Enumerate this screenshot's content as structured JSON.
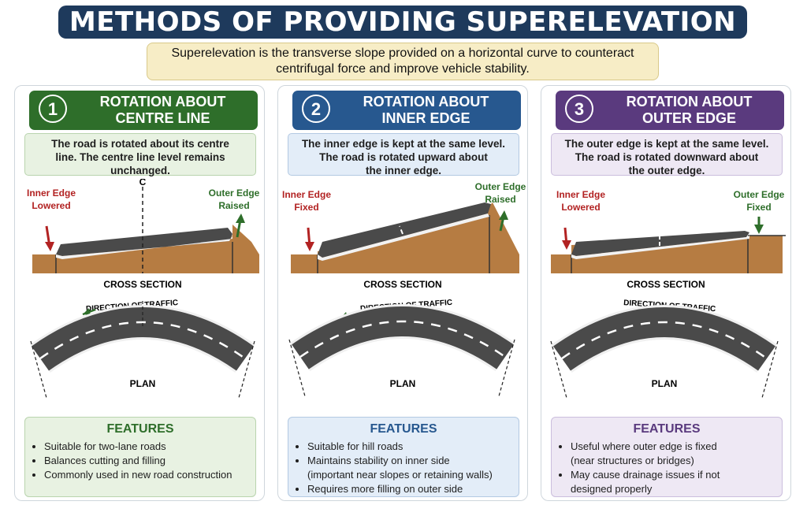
{
  "title": "METHODS OF PROVIDING SUPERELEVATION",
  "definition": "Superelevation is the transverse slope provided on a horizontal curve to counteract centrifugal force and improve vehicle stability.",
  "colors": {
    "title_bg": "#1e3a5c",
    "card1": "#2e6e2a",
    "card2": "#27588f",
    "card3": "#5a3a7e",
    "inner_arrow": "#b22222",
    "outer_arrow": "#2e6e2a",
    "soil": "#b67c42",
    "road": "#555555"
  },
  "cards": [
    {
      "number": "1",
      "title": "ROTATION ABOUT\nCENTRE LINE",
      "description": "The road is rotated about its centre\nline. The centre line level remains\nunchanged.",
      "centre_label": "C",
      "inner_label": "Inner Edge\nLowered",
      "outer_label": "Outer Edge\nRaised",
      "cross_section_label": "CROSS SECTION",
      "traffic_label": "DIRECTION OF TRAFFIC",
      "plan_label": "PLAN",
      "features_title": "FEATURES",
      "features": [
        "Suitable for two-lane roads",
        "Balances cutting and filling",
        "Commonly used in new road construction"
      ]
    },
    {
      "number": "2",
      "title": "ROTATION ABOUT\nINNER EDGE",
      "description": "The inner edge is kept at the same level.\nThe road is rotated upward about\nthe inner edge.",
      "inner_label": "Inner Edge\nFixed",
      "outer_label": "Outer Edge\nRaised",
      "cross_section_label": "CROSS SECTION",
      "traffic_label": "DIRECTION OF TRAFFIC",
      "plan_label": "PLAN",
      "features_title": "FEATURES",
      "features": [
        "Suitable for hill roads",
        "Maintains stability on inner side\n(important near slopes or retaining walls)",
        "Requires more filling on outer side"
      ]
    },
    {
      "number": "3",
      "title": "ROTATION ABOUT\nOUTER EDGE",
      "description": "The outer edge is kept at the same level.\nThe road is rotated downward about\nthe outer edge.",
      "inner_label": "Inner Edge\nLowered",
      "outer_label": "Outer Edge\nFixed",
      "cross_section_label": "CROSS SECTION",
      "traffic_label": "DIRECTION OF TRAFFIC",
      "plan_label": "PLAN",
      "features_title": "FEATURES",
      "features": [
        "Useful where outer edge is fixed\n(near structures or bridges)",
        "May cause drainage issues if not\ndesigned properly"
      ]
    }
  ]
}
